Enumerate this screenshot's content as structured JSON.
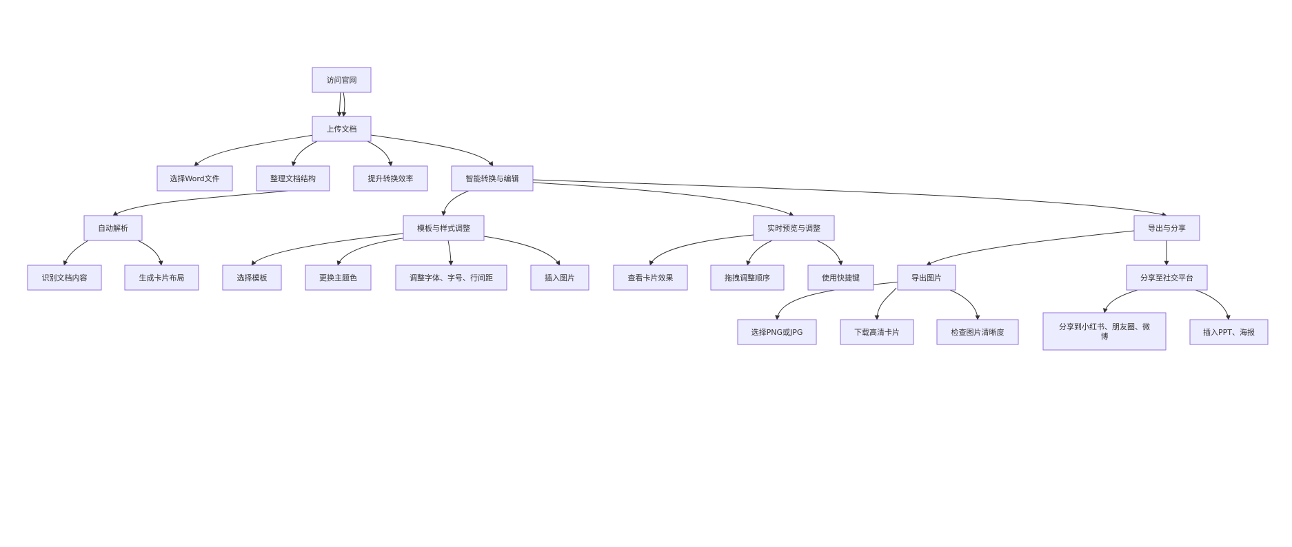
{
  "diagram": {
    "type": "flowchart",
    "colors": {
      "node_fill": "#ECECFF",
      "node_stroke": "#9370DB",
      "edge": "#333333",
      "text": "#333333"
    },
    "nodes": {
      "n1": {
        "label": [
          "访问官网"
        ]
      },
      "n2": {
        "label": [
          "上传文档"
        ]
      },
      "n3": {
        "label": [
          "选择Word文件"
        ]
      },
      "n4": {
        "label": [
          "整理文档结构"
        ]
      },
      "n5": {
        "label": [
          "提升转换效率"
        ]
      },
      "n6": {
        "label": [
          "智能转换与编辑"
        ]
      },
      "n7": {
        "label": [
          "自动解析"
        ]
      },
      "n8": {
        "label": [
          "模板与样式调整"
        ]
      },
      "n9": {
        "label": [
          "实时预览与调整"
        ]
      },
      "n10": {
        "label": [
          "导出与分享"
        ]
      },
      "n11": {
        "label": [
          "识别文档内容"
        ]
      },
      "n12": {
        "label": [
          "生成卡片布局"
        ]
      },
      "n13": {
        "label": [
          "选择模板"
        ]
      },
      "n14": {
        "label": [
          "更换主题色"
        ]
      },
      "n15": {
        "label": [
          "调整字体、字号、行间距"
        ]
      },
      "n16": {
        "label": [
          "插入图片"
        ]
      },
      "n17": {
        "label": [
          "查看卡片效果"
        ]
      },
      "n18": {
        "label": [
          "拖拽调整顺序"
        ]
      },
      "n19": {
        "label": [
          "使用快捷键"
        ]
      },
      "n20": {
        "label": [
          "导出图片"
        ]
      },
      "n21": {
        "label": [
          "分享至社交平台"
        ]
      },
      "n22": {
        "label": [
          "选择PNG或JPG"
        ]
      },
      "n23": {
        "label": [
          "下载高清卡片"
        ]
      },
      "n24": {
        "label": [
          "检查图片清晰度"
        ]
      },
      "n25": {
        "label": [
          "分享到小红书、朋友圈、微",
          "博"
        ]
      },
      "n26": {
        "label": [
          "插入PPT、海报"
        ]
      }
    },
    "edges": [
      [
        "n1",
        "n2"
      ],
      [
        "n1",
        "n2"
      ],
      [
        "n2",
        "n3"
      ],
      [
        "n2",
        "n4"
      ],
      [
        "n2",
        "n5"
      ],
      [
        "n2",
        "n6"
      ],
      [
        "n6",
        "n7"
      ],
      [
        "n6",
        "n8"
      ],
      [
        "n6",
        "n9"
      ],
      [
        "n6",
        "n10"
      ],
      [
        "n7",
        "n11"
      ],
      [
        "n7",
        "n12"
      ],
      [
        "n8",
        "n13"
      ],
      [
        "n8",
        "n14"
      ],
      [
        "n8",
        "n15"
      ],
      [
        "n8",
        "n16"
      ],
      [
        "n9",
        "n17"
      ],
      [
        "n9",
        "n18"
      ],
      [
        "n9",
        "n19"
      ],
      [
        "n10",
        "n20"
      ],
      [
        "n10",
        "n21"
      ],
      [
        "n20",
        "n22"
      ],
      [
        "n20",
        "n23"
      ],
      [
        "n20",
        "n24"
      ],
      [
        "n21",
        "n25"
      ],
      [
        "n21",
        "n26"
      ]
    ]
  }
}
